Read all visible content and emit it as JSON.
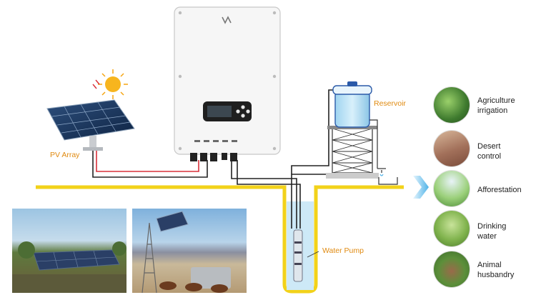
{
  "labels": {
    "pv_array": "PV Array",
    "reservoir": "Reservoir",
    "water_pump": "Water Pump"
  },
  "applications": [
    {
      "line1": "Agriculture",
      "line2": "irrigation",
      "icon": "agriculture-irrigation-photo"
    },
    {
      "line1": "Desert",
      "line2": "control",
      "icon": "desert-control-photo"
    },
    {
      "line1": "Afforestation",
      "line2": "",
      "icon": "afforestation-photo"
    },
    {
      "line1": "Drinking",
      "line2": "water",
      "icon": "drinking-water-photo"
    },
    {
      "line1": "Animal",
      "line2": "husbandry",
      "icon": "animal-husbandry-photo"
    }
  ],
  "colors": {
    "ground": "#f2d21a",
    "water": "#bfe3f5",
    "wire_red": "#d9303a",
    "wire_black": "#222222",
    "label_orange": "#e08a10",
    "arrow_blue": "#4fb3e8"
  }
}
